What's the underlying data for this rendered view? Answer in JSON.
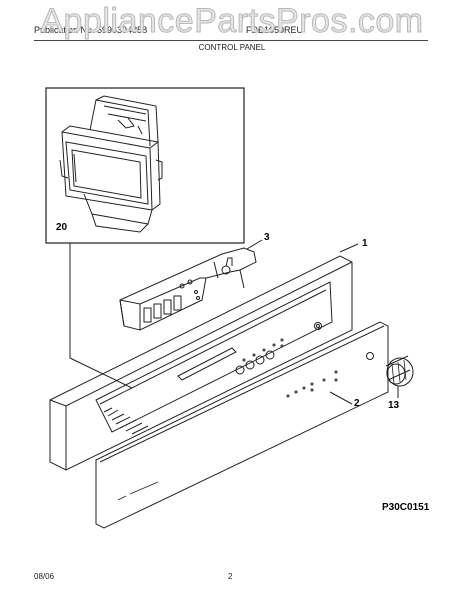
{
  "watermark": "AppliancePartsPros.com",
  "header": {
    "publication": "Publication No. 5995394858",
    "model": "FDB1050REU",
    "section_title": "CONTROL PANEL"
  },
  "diagram": {
    "code": "P30C0151",
    "callouts": {
      "part_1": "1",
      "part_2": "2",
      "part_3": "3",
      "part_13": "13",
      "part_20": "20"
    }
  },
  "footer": {
    "date": "08/06",
    "page": "2"
  },
  "colors": {
    "line": "#222222",
    "watermark": "#e6e6e6"
  }
}
